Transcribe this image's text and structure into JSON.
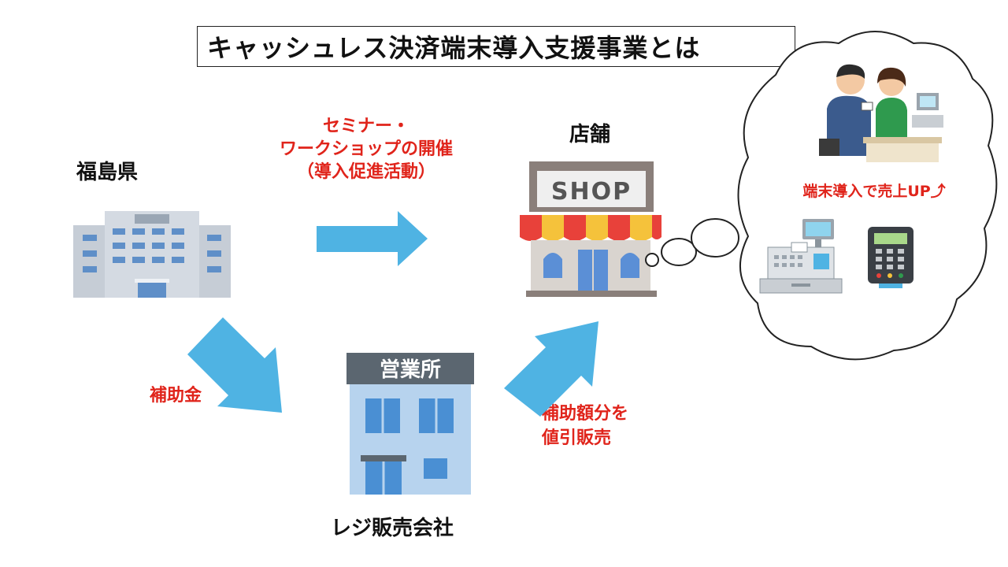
{
  "title": "キャッシュレス決済端末導入支援事業とは",
  "actors": {
    "prefecture": "福島県",
    "shop": "店舗",
    "register_company": "レジ販売会社"
  },
  "flows": {
    "seminar": {
      "line1": "セミナー・",
      "line2": "ワークショップの開催",
      "line3": "（導入促進活動）"
    },
    "subsidy": "補助金",
    "discount": {
      "line1": "補助額分を",
      "line2": "値引販売"
    }
  },
  "signs": {
    "shop_sign": "SHOP",
    "office_sign": "営業所"
  },
  "thought_bubble": {
    "text": "端末導入で売上UP⤴"
  },
  "colors": {
    "arrow": "#4fb3e3",
    "accent_red": "#e0241b"
  }
}
